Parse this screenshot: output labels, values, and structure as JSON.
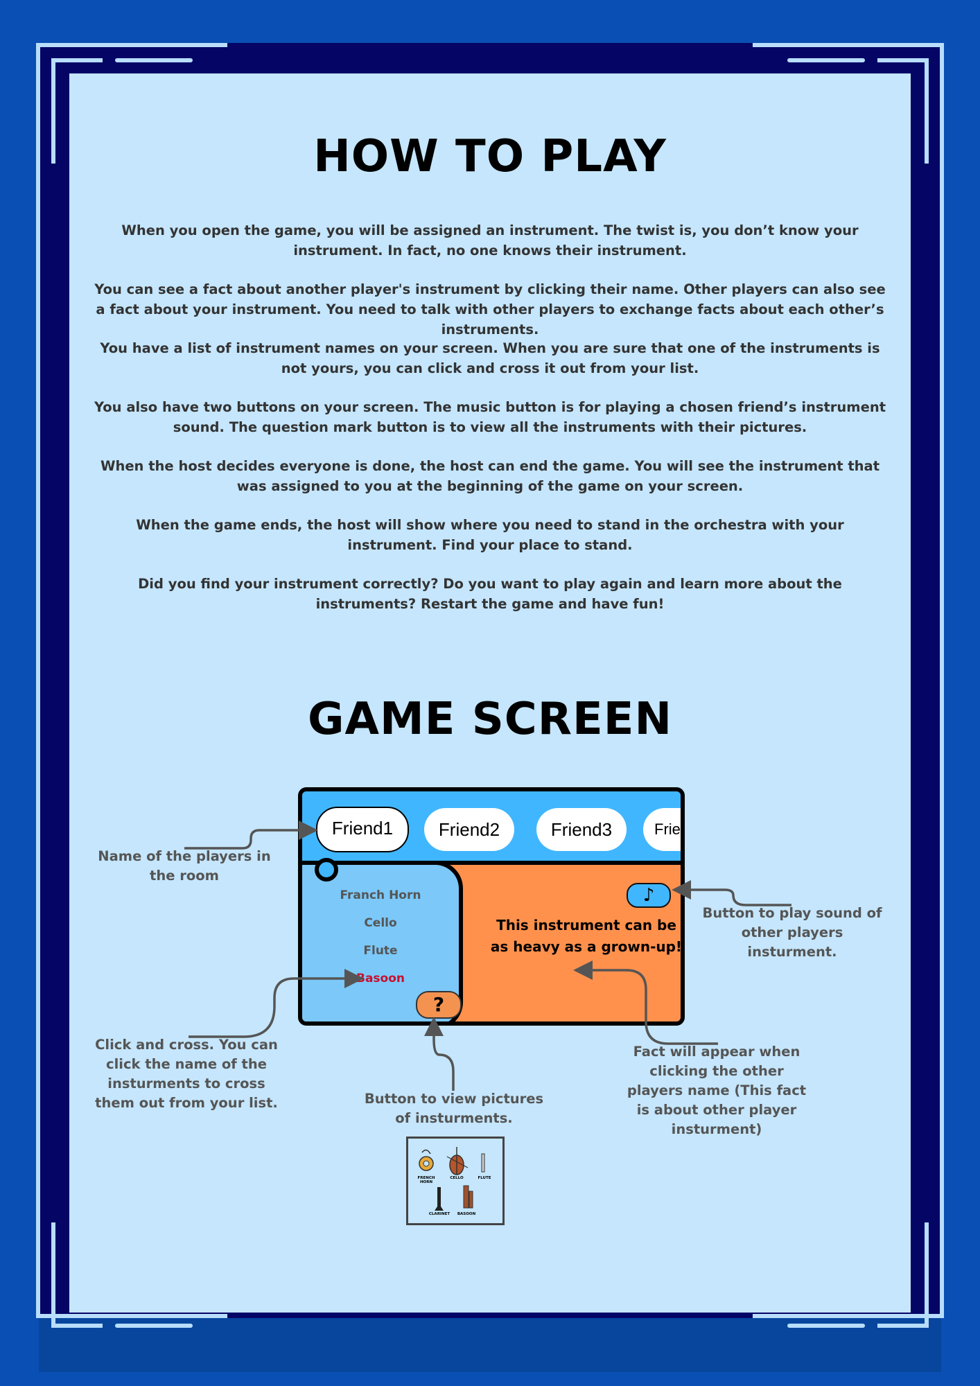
{
  "how_to_play": {
    "title": "HOW TO PLAY",
    "paragraphs": [
      "When you open the game, you will be assigned an instrument. The twist is, you don’t know your instrument. In fact, no one knows their instrument.",
      "You can see a fact about another player's instrument by clicking their name. Other players can also see a fact about your instrument. You need to talk with other players to exchange facts about each other’s instruments.",
      "You have a list of instrument names on your screen. When you are sure that one of the instruments is not yours, you can click and cross it out from your list.",
      "You also have two buttons on your screen. The music button is for playing a chosen friend’s instrument sound. The question mark button is to view all the instruments with their pictures.",
      "When the host decides everyone is done, the host can end the game. You will see the instrument that was assigned to you at the beginning of the game on your screen.",
      "When the game ends, the host will show where you need to stand in the orchestra with your instrument. Find your place to stand.",
      "Did you find your instrument correctly? Do you want to play again and learn more about the instruments? Restart the game and have fun!"
    ]
  },
  "game_screen": {
    "title": "GAME SCREEN",
    "players": [
      "Friend1",
      "Friend2",
      "Friend3",
      "Frie"
    ],
    "instruments": [
      "Franch Horn",
      "Cello",
      "Flute",
      "Basoon"
    ],
    "crossed_instrument": "Basoon",
    "fact": "This instrument can be as heavy as a grown-up!",
    "music_icon": "♪",
    "help_icon": "?",
    "annotations": {
      "players": "Name of the players in the room",
      "sound": "Button to play sound of other players insturment.",
      "cross": "Click and cross. You can click the name of the insturments to cross them out from your list.",
      "pictures": "Button to view pictures of insturments.",
      "fact": "Fact will appear when clicking the other players name (This fact is about other player insturment)"
    },
    "thumbnail_captions": [
      "FRENCH HORN",
      "CELLO",
      "FLUTE",
      "CLARINET",
      "BASOON"
    ]
  },
  "colors": {
    "background": "#0a4fb3",
    "frame": "#050566",
    "panel": "#c5e6fc",
    "header_blue": "#40b6ff",
    "list_blue": "#7bc8f9",
    "fact_orange": "#ff914d",
    "cross_red": "#c8102e"
  }
}
